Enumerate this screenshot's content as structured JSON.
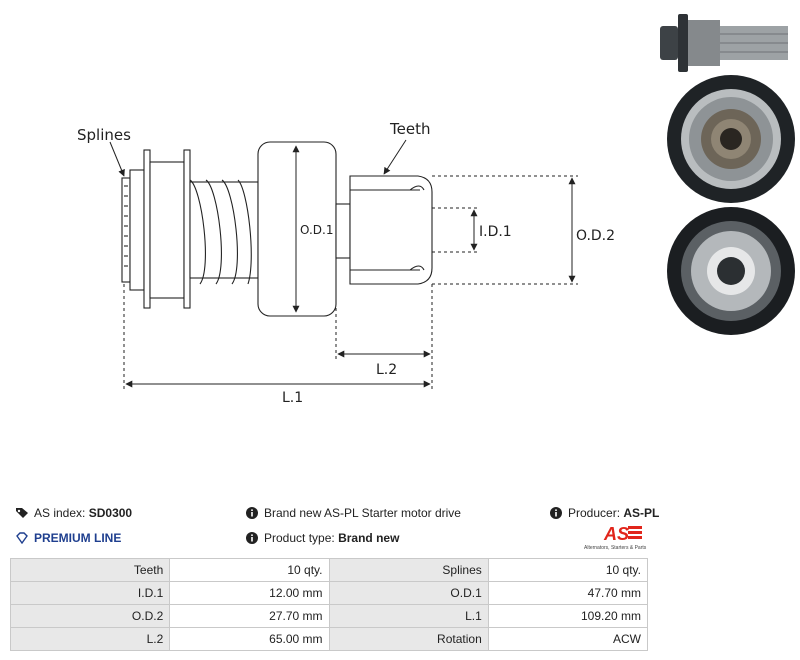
{
  "diagram": {
    "labels": {
      "splines": "Splines",
      "teeth": "Teeth",
      "od1": "O.D.1",
      "id1": "I.D.1",
      "od2": "O.D.2",
      "l2": "L.2",
      "l1": "L.1"
    }
  },
  "photos": [
    {
      "name": "side-view-photo"
    },
    {
      "name": "front-view-photo"
    },
    {
      "name": "rear-view-photo"
    }
  ],
  "info": {
    "as_index_label": "AS index:",
    "as_index_value": "SD0300",
    "premium_line": "PREMIUM LINE",
    "description": "Brand new AS-PL Starter motor drive",
    "product_type_label": "Product type:",
    "product_type_value": "Brand new",
    "producer_label": "Producer:",
    "producer_value": "AS-PL",
    "logo_text": "AS",
    "logo_tagline": "Alternators, Starters & Parts",
    "colors": {
      "premium": "#1f3f8f",
      "logo_red": "#e1251b"
    }
  },
  "specs": [
    [
      "Teeth",
      "10 qty.",
      "Splines",
      "10 qty."
    ],
    [
      "I.D.1",
      "12.00 mm",
      "O.D.1",
      "47.70 mm"
    ],
    [
      "O.D.2",
      "27.70 mm",
      "L.1",
      "109.20 mm"
    ],
    [
      "L.2",
      "65.00 mm",
      "Rotation",
      "ACW"
    ]
  ]
}
